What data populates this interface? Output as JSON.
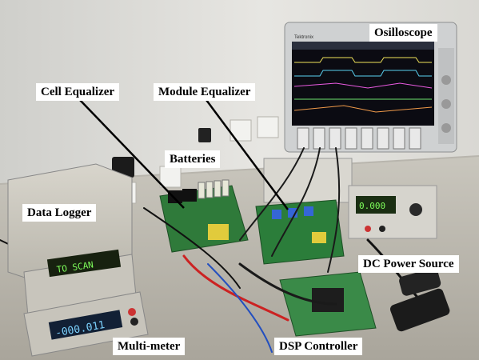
{
  "labels": {
    "oscilloscope": "Osilloscope",
    "cell_equalizer": "Cell Equalizer",
    "module_equalizer": "Module Equalizer",
    "batteries": "Batteries",
    "data_logger": "Data Logger",
    "dc_power_source": "DC Power Source",
    "multimeter": "Multi-meter",
    "dsp_controller": "DSP Controller"
  },
  "device_text": {
    "scope_brand": "Tektronix",
    "logger_display": "TO SCAN",
    "multimeter_display": "-000.011"
  }
}
